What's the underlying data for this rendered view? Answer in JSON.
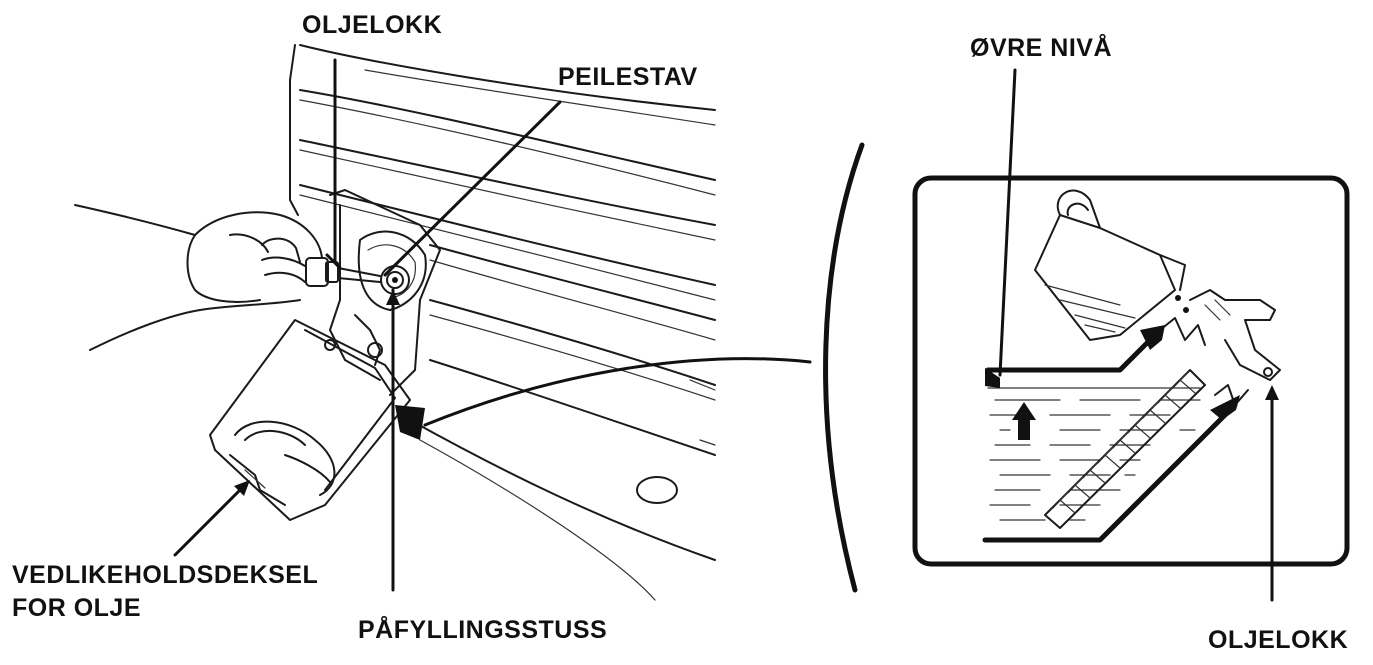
{
  "labels": {
    "oil_cap_top": "OLJELOKK",
    "dipstick": "PEILESTAV",
    "maintenance_cover_line1": "VEDLIKEHOLDSDEKSEL",
    "maintenance_cover_line2": "FOR OLJE",
    "filler_neck": "PÅFYLLINGSSTUSS",
    "upper_level": "ØVRE NIVÅ",
    "oil_cap_right": "OLJELOKK"
  },
  "colors": {
    "ink": "#111111",
    "background": "#ffffff"
  }
}
